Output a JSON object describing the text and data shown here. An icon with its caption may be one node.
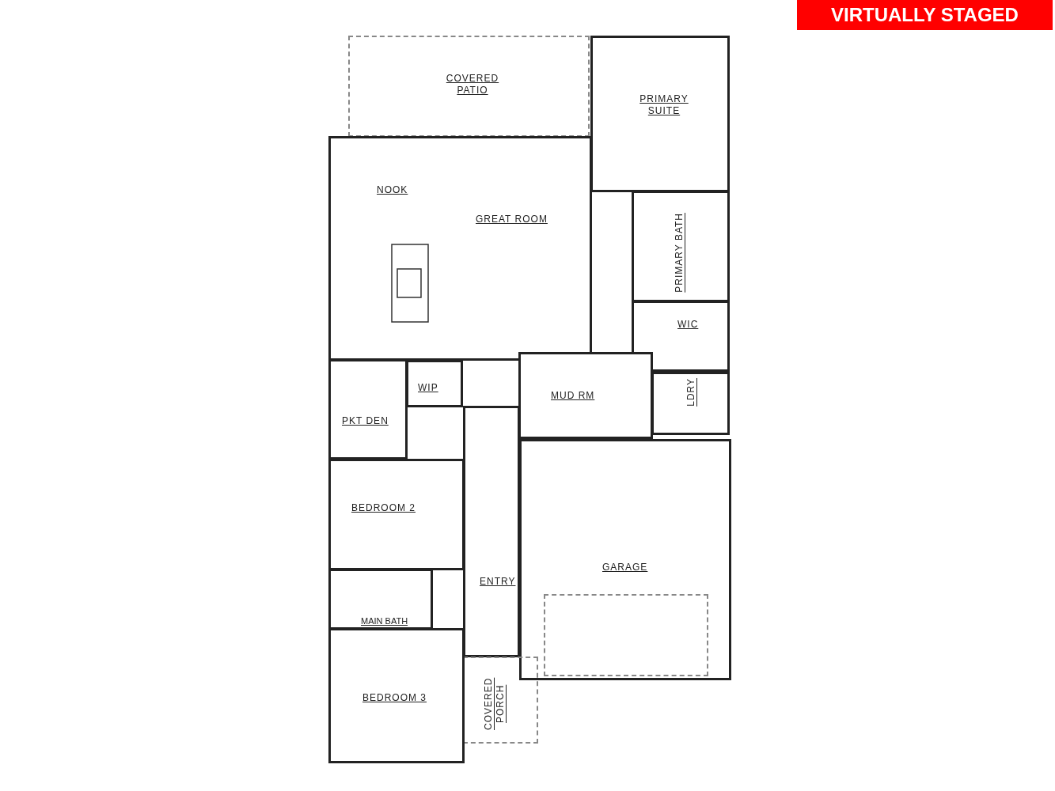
{
  "diagram": {
    "nodes": [
      {
        "text": [
          "COVERED PATIO"
        ]
      },
      {
        "text": [
          "PRIMARY SUITE"
        ]
      },
      {
        "text": [
          "NOOK",
          "GREAT ROOM"
        ]
      },
      {
        "text": [
          "PRIMARY BATH"
        ]
      },
      {
        "text": [
          "WIC"
        ]
      },
      {
        "text": [
          "WIP"
        ]
      },
      {
        "text": [
          "MUD RM"
        ]
      },
      {
        "text": [
          "LDRY"
        ]
      },
      {
        "text": [
          "PKT DEN"
        ]
      },
      {
        "text": [
          "BEDROOM 2"
        ]
      },
      {
        "text": [
          "ENTRY"
        ]
      },
      {
        "text": [
          "GARAGE"
        ]
      },
      {
        "text": [
          "MAIN BATH"
        ]
      },
      {
        "text": [
          "COVERED PORCH"
        ]
      },
      {
        "text": [
          "BEDROOM 3"
        ]
      },
      {
        "text": [],
        "shape": "box",
        "in": 11
      }
    ],
    "labels": [
      "VIRTUALLY STAGED"
    ]
  }
}
